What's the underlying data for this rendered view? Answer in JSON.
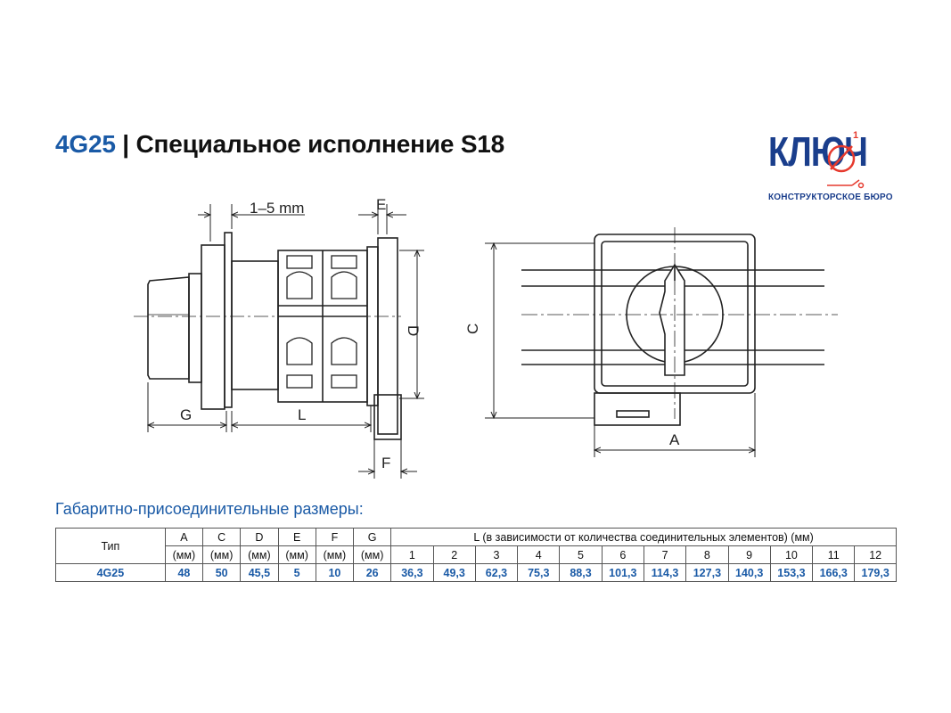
{
  "header": {
    "model": "4G25",
    "separator": " | ",
    "title": "Специальное исполнение S18"
  },
  "logo": {
    "word": "КЛЮЧ",
    "superscript": "1",
    "subtitle": "КОНСТРУКТОРСКОЕ БЮРО",
    "color": "#1a3e8c",
    "accent": "#e63a2e"
  },
  "drawing_labels": {
    "gap": "1–5 mm",
    "E": "E",
    "D": "D",
    "G": "G",
    "L": "L",
    "F": "F",
    "C": "C",
    "A": "A"
  },
  "section_title": "Габаритно-присоединительные размеры:",
  "table": {
    "type_header": "Тип",
    "unit": "(мм)",
    "columns": [
      "A",
      "C",
      "D",
      "E",
      "F",
      "G"
    ],
    "l_header": "L (в зависимости от количества соединительных элементов) (мм)",
    "l_indices": [
      "1",
      "2",
      "3",
      "4",
      "5",
      "6",
      "7",
      "8",
      "9",
      "10",
      "11",
      "12"
    ],
    "row": {
      "type": "4G25",
      "values": [
        "48",
        "50",
        "45,5",
        "5",
        "10",
        "26"
      ],
      "l_values": [
        "36,3",
        "49,3",
        "62,3",
        "75,3",
        "88,3",
        "101,3",
        "114,3",
        "127,3",
        "140,3",
        "153,3",
        "166,3",
        "179,3"
      ]
    }
  },
  "colors": {
    "brand_blue": "#1a5aa6",
    "text": "#111111"
  }
}
